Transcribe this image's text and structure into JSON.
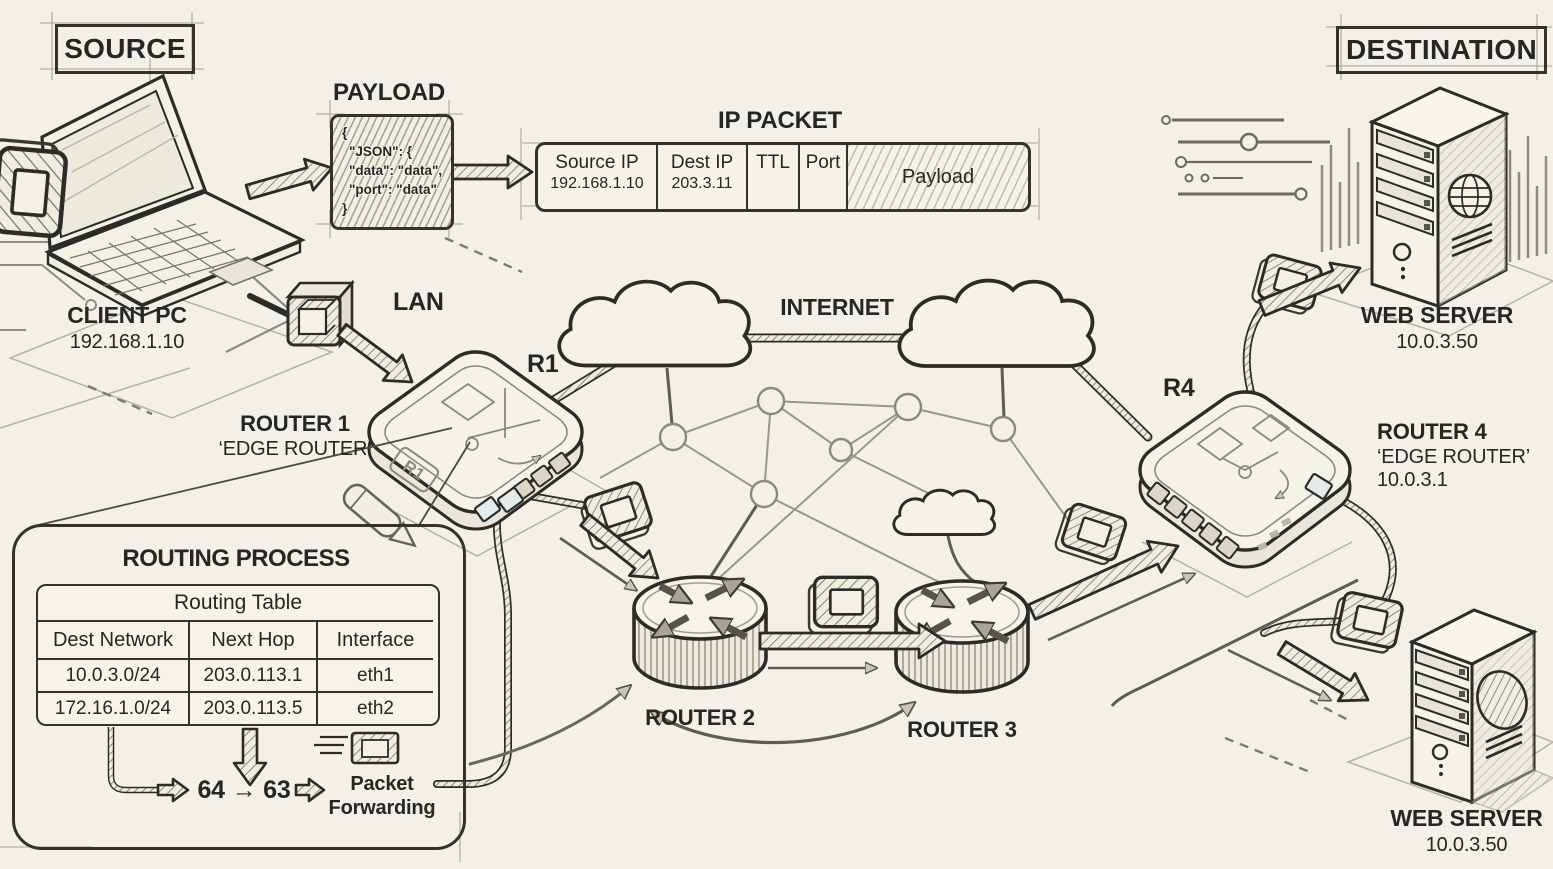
{
  "colors": {
    "background": "#f3f0e8",
    "ink": "#2b2b28",
    "pencil_gray": "#8a8780",
    "accent_tan": "#e7d3a8"
  },
  "source": {
    "label": "SOURCE",
    "device_name": "CLIENT PC",
    "ip": "192.168.1.10"
  },
  "payload_box": {
    "title": "PAYLOAD",
    "lines": [
      "{",
      "\"JSON\": {",
      "\"data\": \"data\",",
      "\"port\": \"data\"",
      "}"
    ]
  },
  "ip_packet": {
    "title": "IP PACKET",
    "fields": [
      {
        "label": "Source IP",
        "value": "192.168.1.10"
      },
      {
        "label": "Dest IP",
        "value": "203.3.11"
      },
      {
        "label": "TTL",
        "value": ""
      },
      {
        "label": "Port",
        "value": ""
      },
      {
        "label": "Payload",
        "value": ""
      }
    ]
  },
  "network": {
    "lan_label": "LAN",
    "internet_label": "INTERNET"
  },
  "routers": {
    "r1": {
      "tag": "R1",
      "name": "ROUTER 1",
      "subtitle": "‘EDGE ROUTER’"
    },
    "r2": {
      "name": "ROUTER 2"
    },
    "r3": {
      "name": "ROUTER 3"
    },
    "r4": {
      "tag": "R4",
      "name": "ROUTER 4",
      "subtitle": "‘EDGE ROUTER’",
      "ip": "10.0.3.1"
    }
  },
  "destination": {
    "label": "DESTINATION",
    "server_top": {
      "name": "WEB SERVER",
      "ip": "10.0.3.50"
    },
    "server_bottom": {
      "name": "WEB SERVER",
      "ip": "10.0.3.50"
    }
  },
  "routing_process": {
    "title": "ROUTING PROCESS",
    "table_title": "Routing Table",
    "columns": [
      "Dest Network",
      "Next Hop",
      "Interface"
    ],
    "rows": [
      [
        "10.0.3.0/24",
        "203.0.113.1",
        "eth1"
      ],
      [
        "172.16.1.0/24",
        "203.0.113.5",
        "eth2"
      ]
    ],
    "ttl_decrement": "64 → 63",
    "forwarding_label": "Packet Forwarding"
  }
}
